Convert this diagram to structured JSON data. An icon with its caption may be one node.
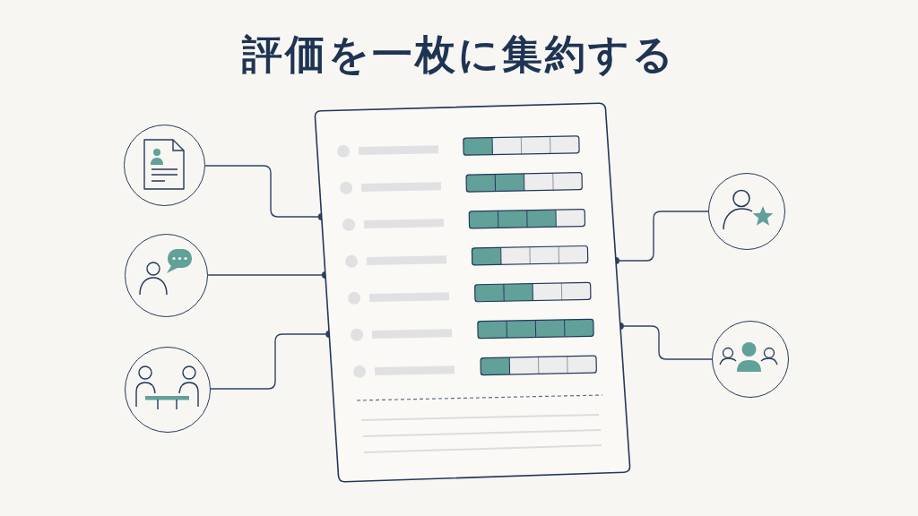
{
  "diagram": {
    "title": "評価を一枚に集約する",
    "nodes": [
      {
        "text": [],
        "shape": "circle"
      },
      {
        "text": [],
        "shape": "circle"
      },
      {
        "text": [],
        "shape": "circle"
      },
      {
        "text": [],
        "shape": "picture"
      },
      {
        "text": [],
        "shape": "circle"
      },
      {
        "text": [],
        "shape": "circle"
      }
    ],
    "edges": [
      {
        "from": 0,
        "to": 3,
        "arrow": "other"
      },
      {
        "from": 1,
        "to": 3,
        "arrow": "other"
      },
      {
        "from": 2,
        "to": 3,
        "arrow": "other"
      },
      {
        "from": 4,
        "to": 3,
        "arrow": "other"
      },
      {
        "from": 5,
        "to": 3,
        "arrow": "other"
      }
    ]
  }
}
